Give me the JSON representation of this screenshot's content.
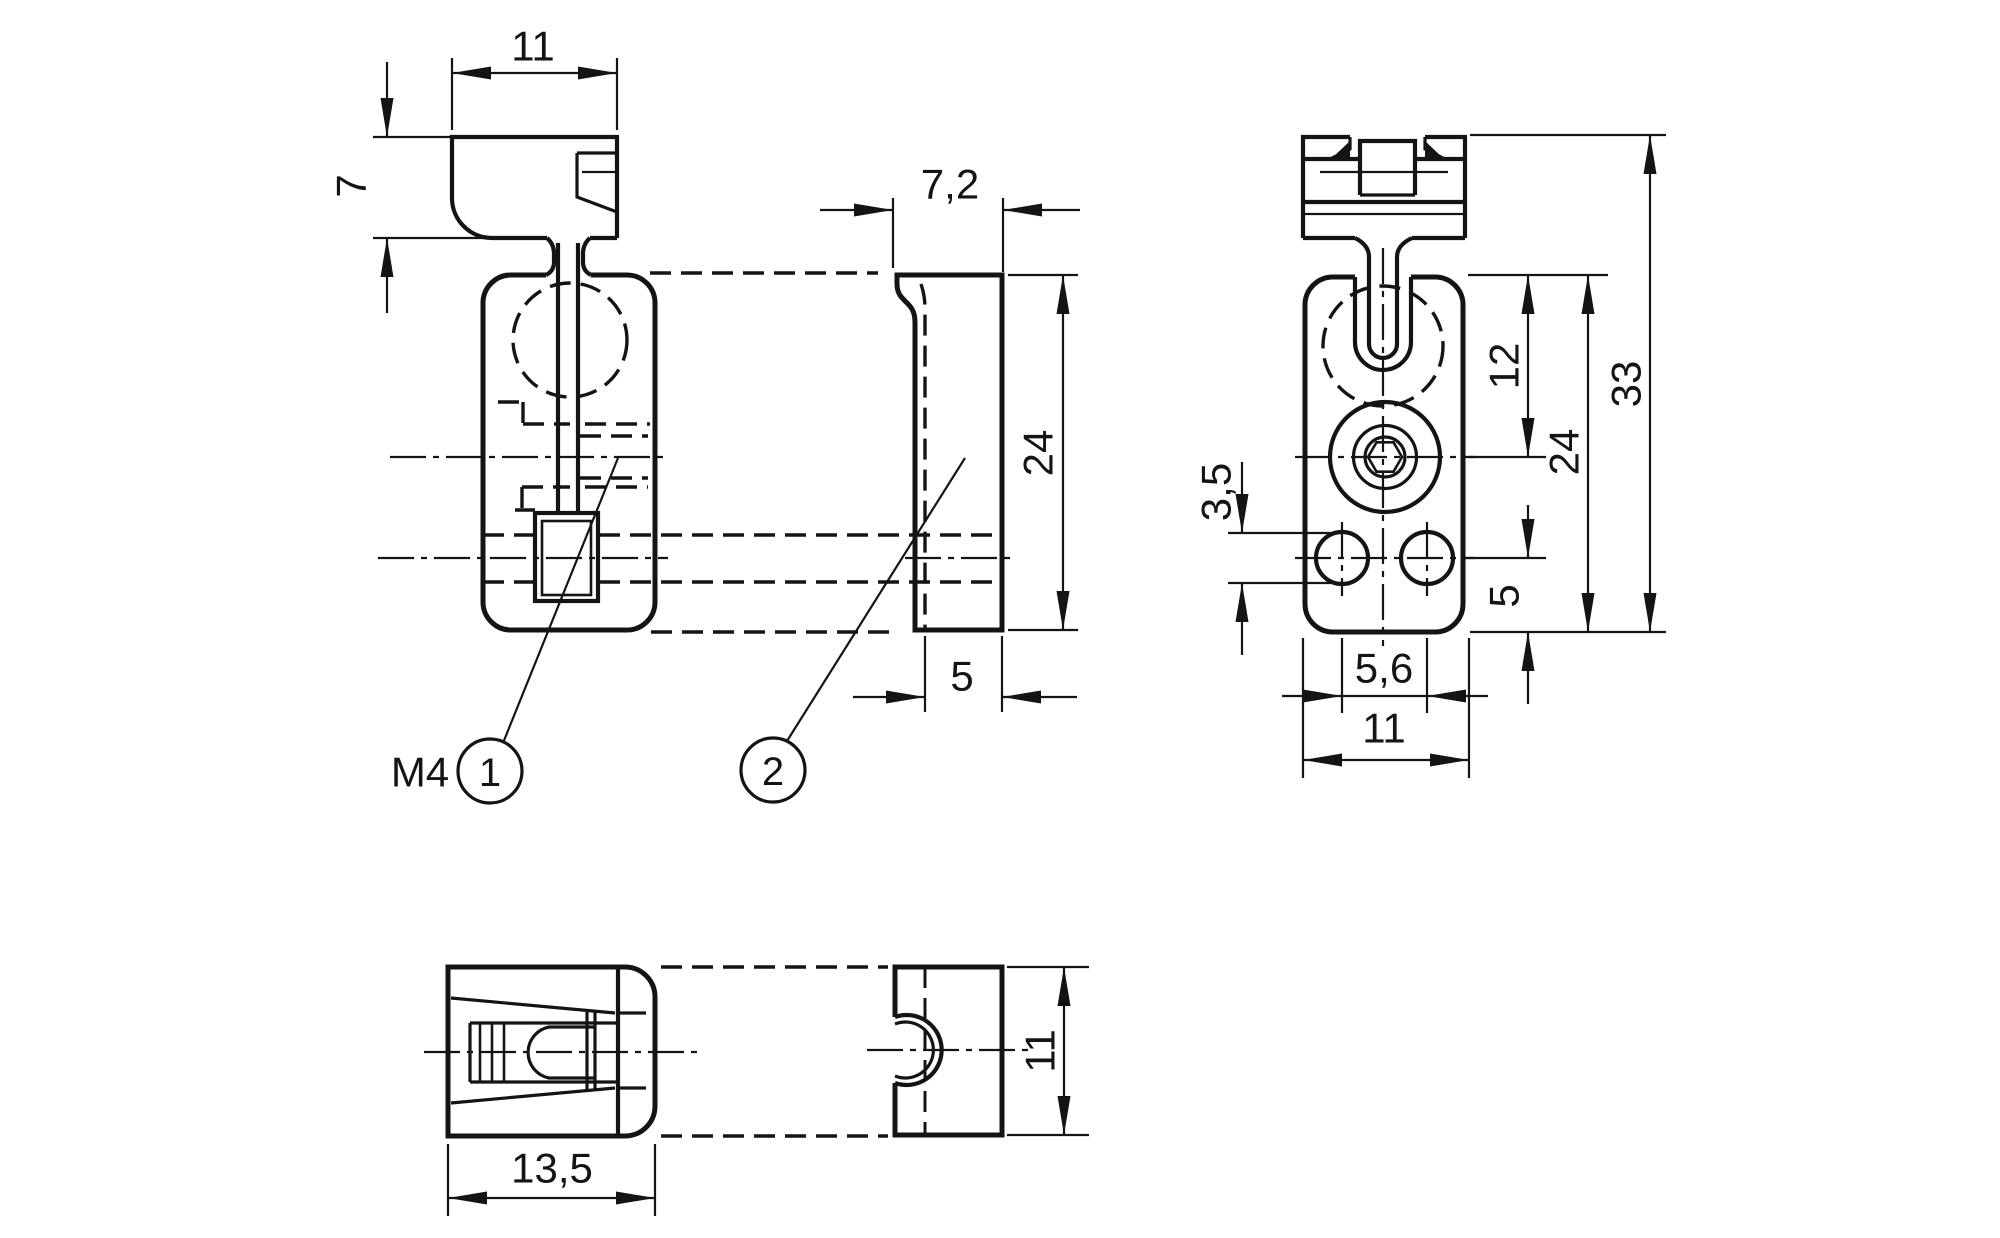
{
  "colors": {
    "ink": "#141414",
    "background": "#ffffff"
  },
  "dimensions": {
    "front_view": {
      "head_width": "11",
      "head_height": "7"
    },
    "profile_view": {
      "thickness": "7,2",
      "body_height": "24",
      "base_depth": "5"
    },
    "side_view": {
      "slot_center_depth": "12",
      "overall_height": "33",
      "body_height": "24",
      "hole_diameter": "3,5",
      "hole_bottom_offset": "5",
      "hole_spacing": "5,6",
      "body_width": "11"
    },
    "bottom_front_view": {
      "length": "13,5"
    },
    "bottom_profile_view": {
      "width": "11"
    }
  },
  "callouts": {
    "thread_label": "M4",
    "item_1": "1",
    "item_2": "2"
  }
}
